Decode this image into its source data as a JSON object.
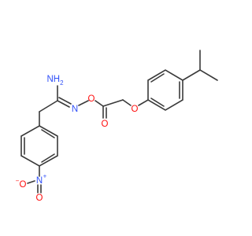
{
  "molecule": {
    "atom_labels": {
      "amine_nh2": "NH",
      "amine_nh2_sub": "2",
      "imine_n": "N",
      "oxime_o": "O",
      "carbonyl_o": "O",
      "ether_o": "O",
      "nitro_n": "N",
      "nitro_n_charge": "+",
      "nitro_o1": "O",
      "nitro_o1_charge": "−",
      "nitro_o2": "O"
    },
    "colors": {
      "bond": "#3a3a3a",
      "nitrogen": "#3050f8",
      "oxygen": "#ff0d0d",
      "background": "#ffffff"
    }
  }
}
